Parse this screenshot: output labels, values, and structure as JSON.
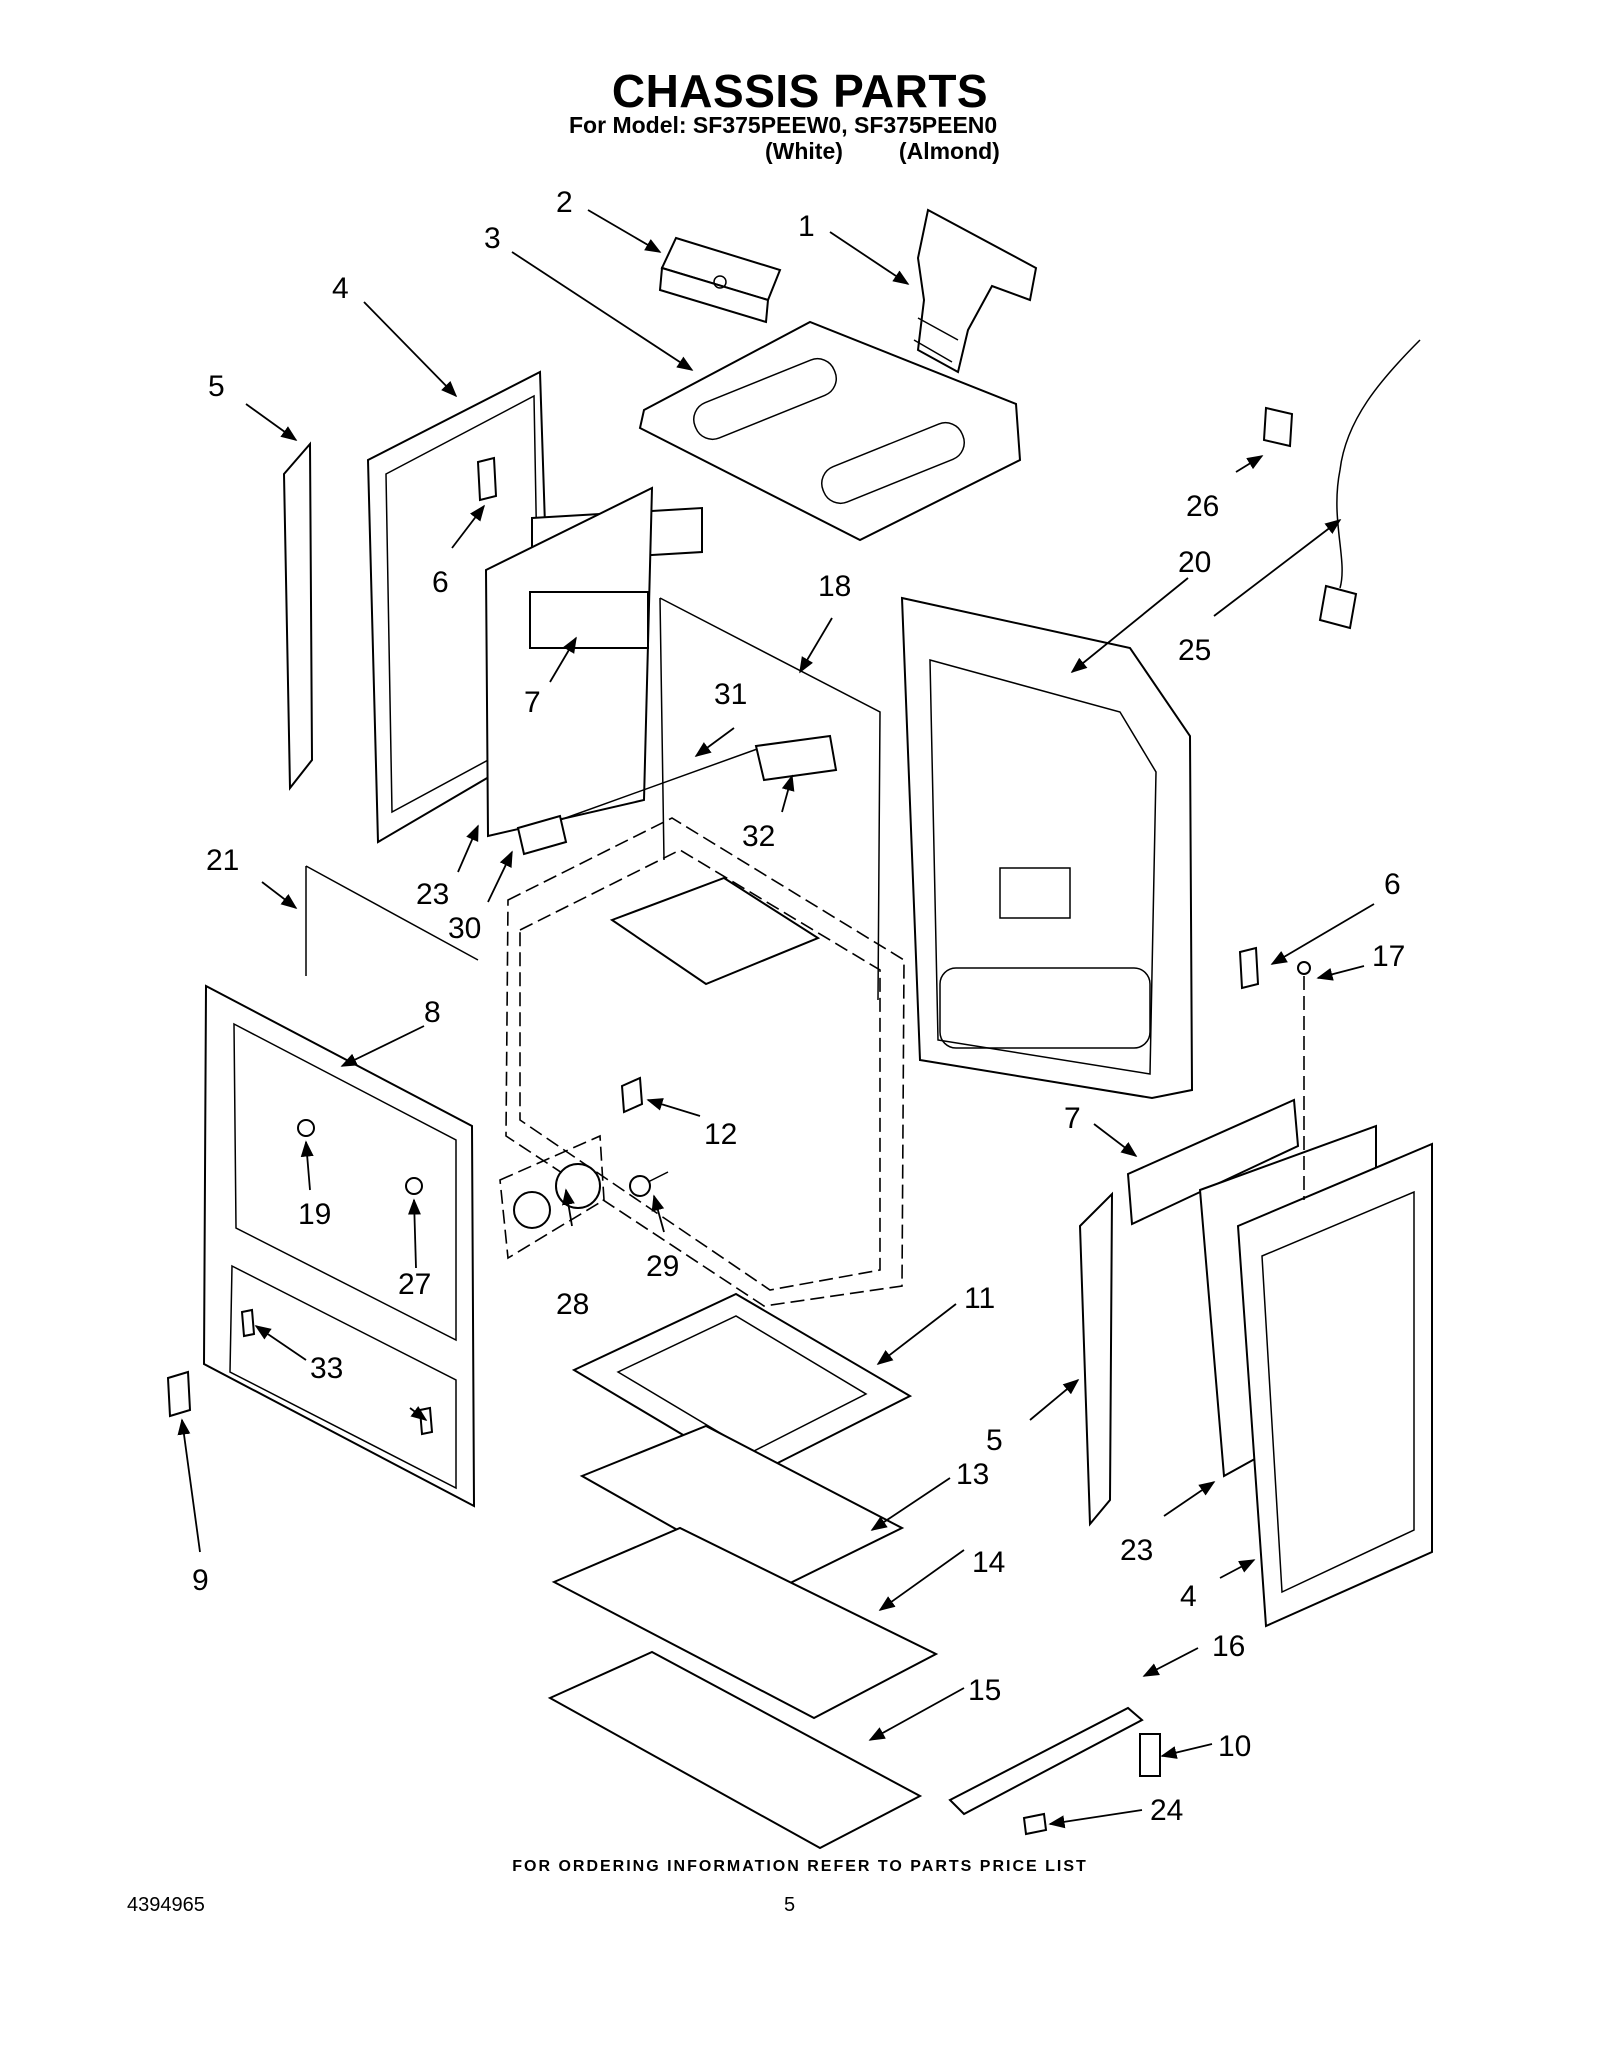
{
  "header": {
    "title": "CHASSIS PARTS",
    "model_line": "For Model: SF375PEEW0, SF375PEEN0",
    "variant_white": "(White)",
    "variant_almond": "(Almond)"
  },
  "footer": {
    "ordering_note": "FOR ORDERING INFORMATION REFER TO PARTS PRICE LIST",
    "document_number": "4394965",
    "page_number": "5"
  },
  "callouts": {
    "c1": "1",
    "c2": "2",
    "c3": "3",
    "c4a": "4",
    "c4b": "4",
    "c5a": "5",
    "c5b": "5",
    "c6a": "6",
    "c6b": "6",
    "c7a": "7",
    "c7b": "7",
    "c8": "8",
    "c9": "9",
    "c10": "10",
    "c11": "11",
    "c12": "12",
    "c13": "13",
    "c14": "14",
    "c15": "15",
    "c16": "16",
    "c17": "17",
    "c18": "18",
    "c19": "19",
    "c20": "20",
    "c21": "21",
    "c23a": "23",
    "c23b": "23",
    "c24": "24",
    "c25": "25",
    "c26": "26",
    "c27": "27",
    "c28": "28",
    "c29": "29",
    "c30": "30",
    "c31": "31",
    "c32": "32",
    "c33": "33"
  }
}
